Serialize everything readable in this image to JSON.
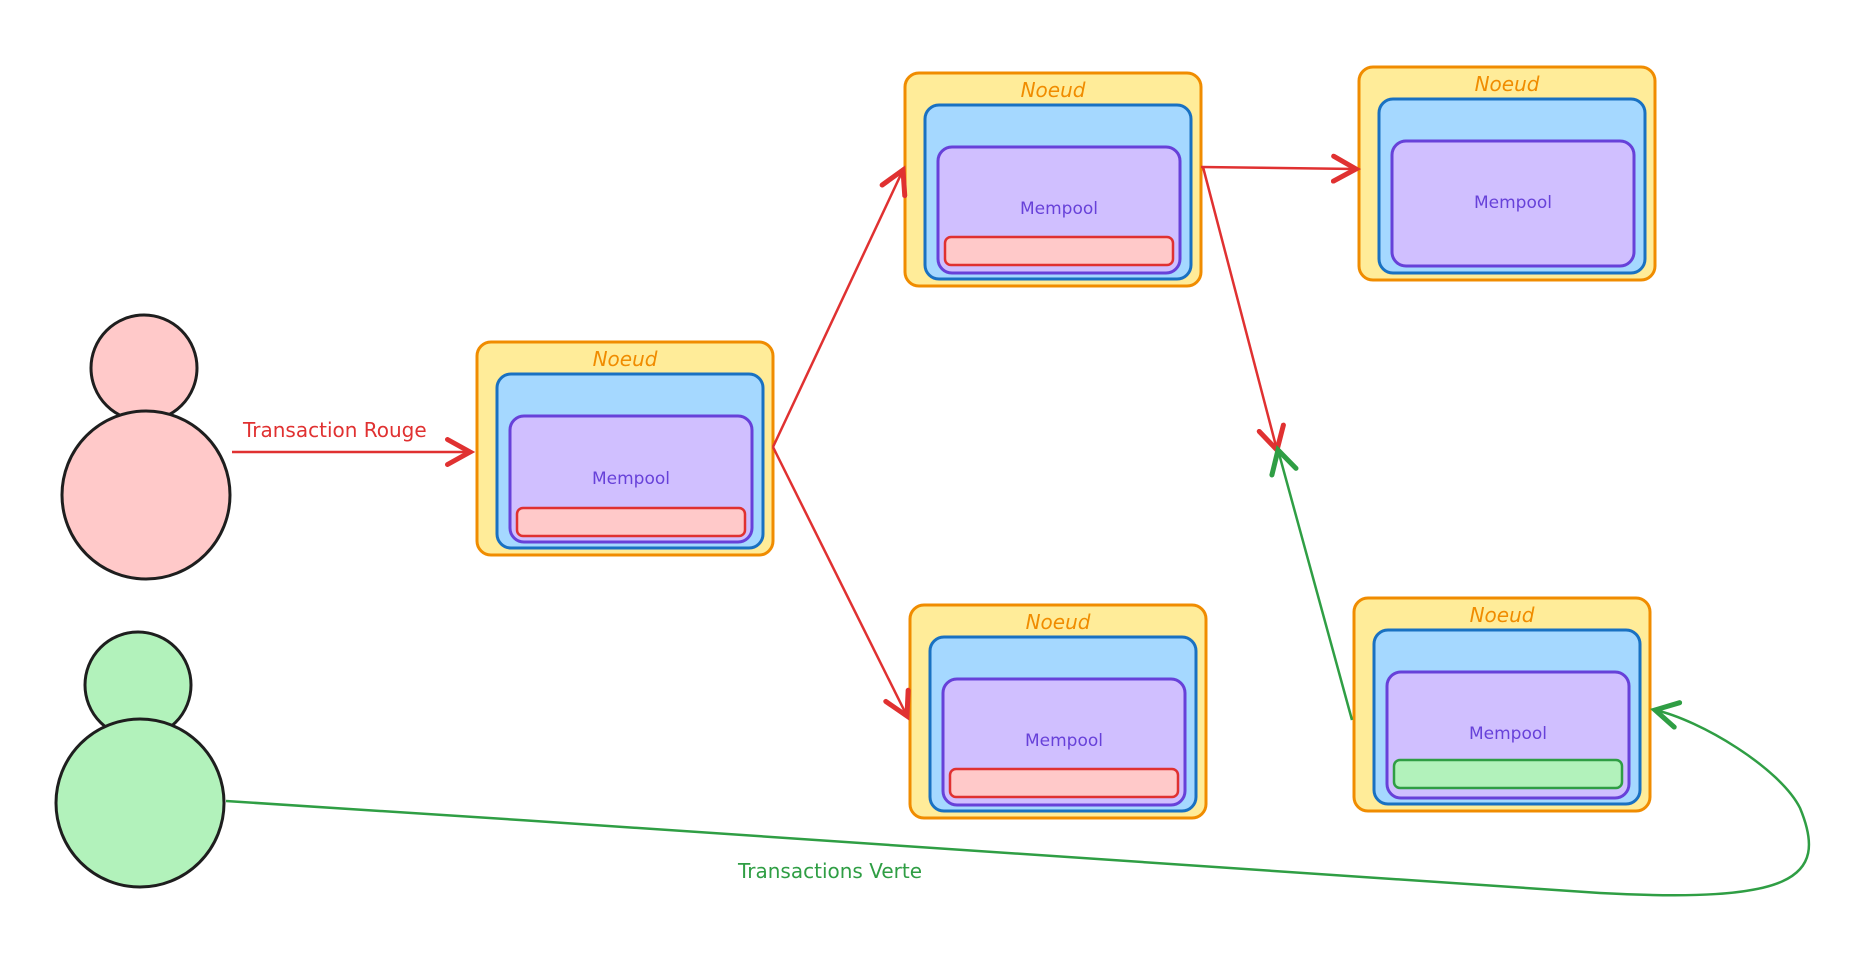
{
  "diagram": {
    "users": [
      {
        "id": "red-user",
        "color": "#ffc9c9"
      },
      {
        "id": "green-user",
        "color": "#b2f2bb"
      }
    ],
    "edges": [
      {
        "id": "red-transaction",
        "label": "Transaction Rouge",
        "color": "#e03131"
      },
      {
        "id": "green-transaction",
        "label": "Transactions Verte",
        "color": "#2f9e44"
      }
    ],
    "nodes": [
      {
        "id": "node-1",
        "title": "Noeud",
        "inner_label": "Mempool",
        "tx_color": "#ffc9c9"
      },
      {
        "id": "node-2",
        "title": "Noeud",
        "inner_label": "Mempool",
        "tx_color": "#ffc9c9"
      },
      {
        "id": "node-3",
        "title": "Noeud",
        "inner_label": "Mempool",
        "tx_color": null
      },
      {
        "id": "node-4",
        "title": "Noeud",
        "inner_label": "Mempool",
        "tx_color": "#ffc9c9"
      },
      {
        "id": "node-5",
        "title": "Noeud",
        "inner_label": "Mempool",
        "tx_color": "#b2f2bb"
      }
    ],
    "colors": {
      "node_fill": "#ffec99",
      "node_stroke": "#f08c00",
      "layer_fill": "#a5d8ff",
      "layer_stroke": "#1971c2",
      "mempool_fill": "#d0bfff",
      "mempool_stroke": "#6741d9",
      "red": "#e03131",
      "green": "#2f9e44"
    }
  }
}
